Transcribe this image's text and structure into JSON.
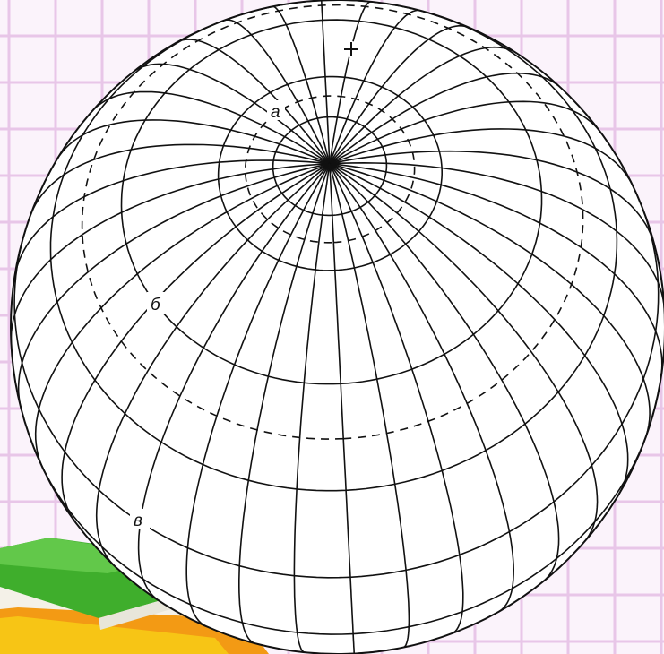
{
  "figure": {
    "kind": "globe-with-parallels-and-meridians",
    "pole_marker": "+",
    "labels": {
      "a": "а",
      "b": "б",
      "c": "в"
    },
    "colors": {
      "background": "#fbf3fb",
      "grid_lines": "#e8c6e8",
      "sphere_fill": "#ffffff",
      "line": "#111111",
      "book_green": "#3fae2c",
      "book_orange": "#f39a14",
      "book_yellow": "#f7c515",
      "book_pages": "#f4f1e8"
    },
    "icons": [
      "pole-plus-icon"
    ]
  }
}
